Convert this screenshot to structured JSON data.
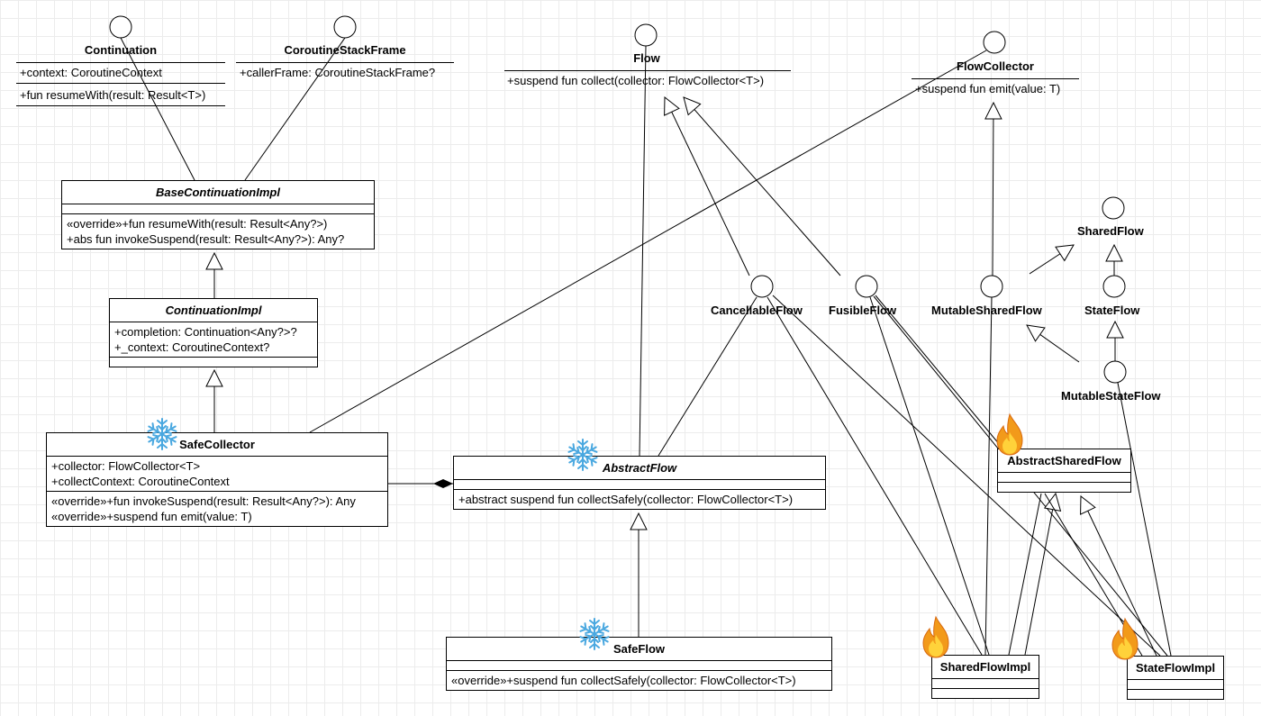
{
  "interfaces": {
    "continuation": {
      "name": "Continuation",
      "fields": [
        "+context: CoroutineContext"
      ],
      "methods": [
        "+fun resumeWith(result: Result<T>)"
      ]
    },
    "stack_frame": {
      "name": "CoroutineStackFrame",
      "fields": [
        "+callerFrame: CoroutineStackFrame?"
      ]
    },
    "flow": {
      "name": "Flow",
      "methods": [
        "+suspend fun collect(collector: FlowCollector<T>)"
      ]
    },
    "flow_collector": {
      "name": "FlowCollector",
      "methods": [
        "+suspend fun emit(value: T)"
      ]
    },
    "shared_flow": {
      "name": "SharedFlow"
    },
    "state_flow": {
      "name": "StateFlow"
    },
    "cancellable_flow": {
      "name": "CancellableFlow"
    },
    "fusible_flow": {
      "name": "FusibleFlow"
    },
    "mutable_shared_flow": {
      "name": "MutableSharedFlow"
    },
    "mutable_state_flow": {
      "name": "MutableStateFlow"
    }
  },
  "classes": {
    "base_continuation_impl": {
      "name": "BaseContinuationImpl",
      "methods": [
        "«override»+fun resumeWith(result: Result<Any?>)",
        "+abs fun invokeSuspend(result: Result<Any?>): Any?"
      ]
    },
    "continuation_impl": {
      "name": "ContinuationImpl",
      "fields": [
        "+completion: Continuation<Any?>?",
        "+_context: CoroutineContext?"
      ]
    },
    "safe_collector": {
      "name": "SafeCollector",
      "fields": [
        "+collector: FlowCollector<T>",
        "+collectContext: CoroutineContext"
      ],
      "methods": [
        "«override»+fun invokeSuspend(result: Result<Any?>): Any",
        "«override»+suspend fun emit(value: T)"
      ]
    },
    "abstract_flow": {
      "name": "AbstractFlow",
      "methods": [
        "+abstract suspend fun collectSafely(collector: FlowCollector<T>)"
      ]
    },
    "safe_flow": {
      "name": "SafeFlow",
      "methods": [
        "«override»+suspend fun collectSafely(collector: FlowCollector<T>)"
      ]
    },
    "abstract_shared_flow": {
      "name": "AbstractSharedFlow"
    },
    "shared_flow_impl": {
      "name": "SharedFlowImpl"
    },
    "state_flow_impl": {
      "name": "StateFlowImpl"
    }
  },
  "badge_icons": {
    "cold": "snowflake-icon",
    "hot": "fire-icon"
  },
  "colors": {
    "snowflake": "#4aa8e0",
    "fire_outer": "#f29a1a",
    "fire_inner": "#ffd23a",
    "grid": "#ececec",
    "line": "#000000"
  }
}
